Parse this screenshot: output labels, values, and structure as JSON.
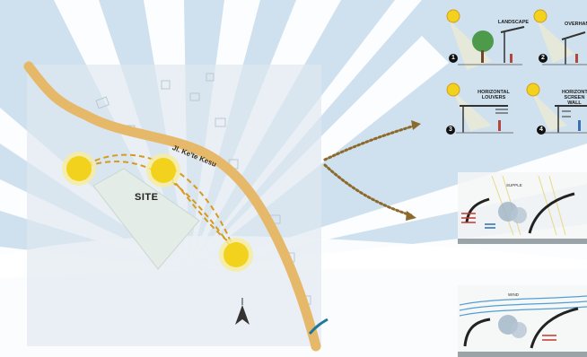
{
  "site_plan": {
    "site_label": "SITE",
    "road_label": "Jl. Ke'te Kesu"
  },
  "strategies": [
    {
      "number": "1",
      "label": "LANDSCAPE"
    },
    {
      "number": "2",
      "label": "OVERHANG"
    },
    {
      "number": "3",
      "label": "HORIZONTAL LOUVERS"
    },
    {
      "number": "4",
      "label": "HORIZONTAL SCREEN WALL"
    }
  ],
  "sections": [
    {
      "label": "SUPPLE"
    },
    {
      "label": "WIND"
    }
  ],
  "colors": {
    "sky": "#cfe1ef",
    "ray": "#ffffff",
    "road": "#e6b86a",
    "sun": "#f2d21c",
    "sun_glow": "#f7ec9a",
    "sun_path": "#d79b1e",
    "site": "#e3ece6",
    "arrow": "#8c6a2c",
    "accent": "#1f7a9a"
  },
  "icons": [
    "sun-icon",
    "north-arrow-icon",
    "tree-icon",
    "person-icon"
  ]
}
